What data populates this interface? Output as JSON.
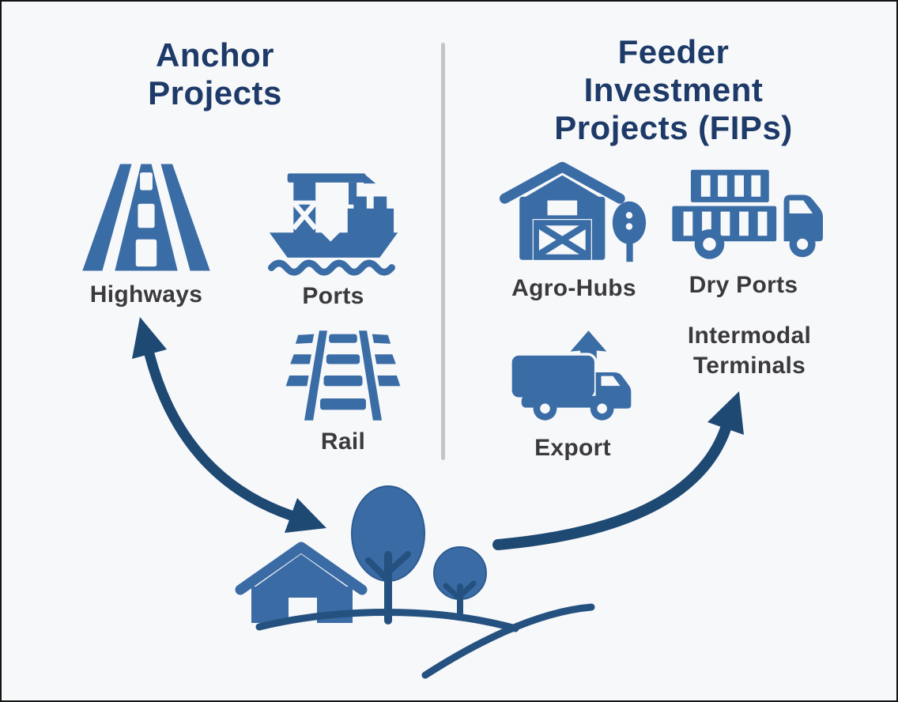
{
  "left_panel": {
    "title": "Anchor Projects",
    "title_lines": [
      "Anchor",
      "Projects"
    ],
    "items": [
      {
        "id": "highways",
        "label": "Highways",
        "icon": "highway-road-icon"
      },
      {
        "id": "ports",
        "label": "Ports",
        "icon": "ship-crane-icon"
      },
      {
        "id": "rail",
        "label": "Rail",
        "icon": "railway-track-icon"
      }
    ]
  },
  "right_panel": {
    "title": "Feeder Investment Projects (FIPs)",
    "title_lines": [
      "Feeder",
      "Investment",
      "Projects (FIPs)"
    ],
    "items": [
      {
        "id": "agro-hubs",
        "label": "Agro-Hubs",
        "icon": "barn-with-tree-icon"
      },
      {
        "id": "dry-ports",
        "label": "Dry Ports",
        "icon": "container-truck-icon"
      },
      {
        "id": "export",
        "label": "Export",
        "icon": "export-truck-icon"
      },
      {
        "id": "intermodal-terminals",
        "label": "Intermodal Terminals",
        "label_lines": [
          "Intermodal",
          "Terminals"
        ]
      }
    ]
  },
  "scene": {
    "landscape": "rural landscape with house and two trees on rolling hills",
    "arrows": [
      {
        "id": "anchor-to-landscape",
        "type": "double-headed curved arrow between Anchor Projects and landscape"
      },
      {
        "id": "landscape-to-intermodal",
        "type": "curved arrow sweeping up toward Intermodal Terminals"
      }
    ]
  },
  "colors": {
    "background": "#f7f8fa",
    "title_navy": "#1e3a68",
    "label_gray": "#3a3a3c",
    "icon_blue": "#3a6ca6",
    "arrow_navy": "#1d4973",
    "landscape_blue": "#24517f",
    "divider_gray": "#c4c5c9"
  }
}
